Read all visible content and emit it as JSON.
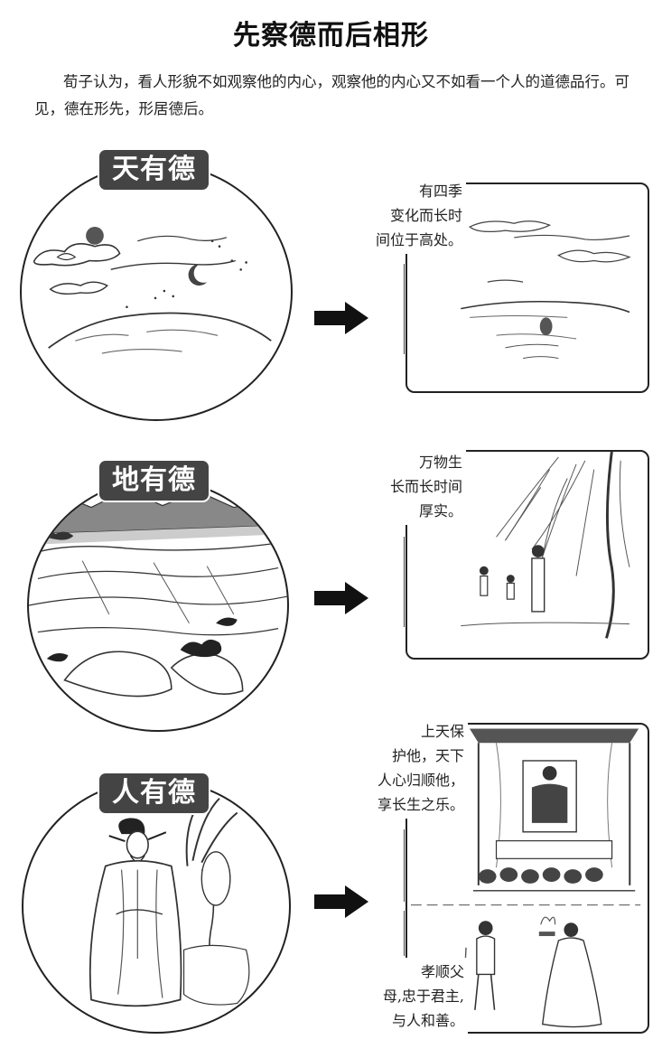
{
  "title": "先察德而后相形",
  "intro": "荀子认为，看人形貌不如观察他的内心，观察他的内心又不如看一个人的道德品行。可见，德在形先，形居德后。",
  "sections": [
    {
      "badge": "天有德",
      "caption_lines": [
        "有四季",
        "变化而长时",
        "间位于高处。"
      ]
    },
    {
      "badge": "地有德",
      "caption_lines": [
        "万物生",
        "长而长时间",
        "厚实。"
      ]
    },
    {
      "badge": "人有德",
      "caption_top_lines": [
        "上天保",
        "护他，天下",
        "人心归顺他，",
        "享长生之乐。"
      ],
      "caption_bottom_lines": [
        "孝顺父",
        "母,忠于君主,",
        "与人和善。"
      ]
    }
  ],
  "colors": {
    "badge_bg": "#444444",
    "ink": "#222222",
    "arrow": "#111111"
  },
  "icons": [
    "right-arrow-icon"
  ]
}
